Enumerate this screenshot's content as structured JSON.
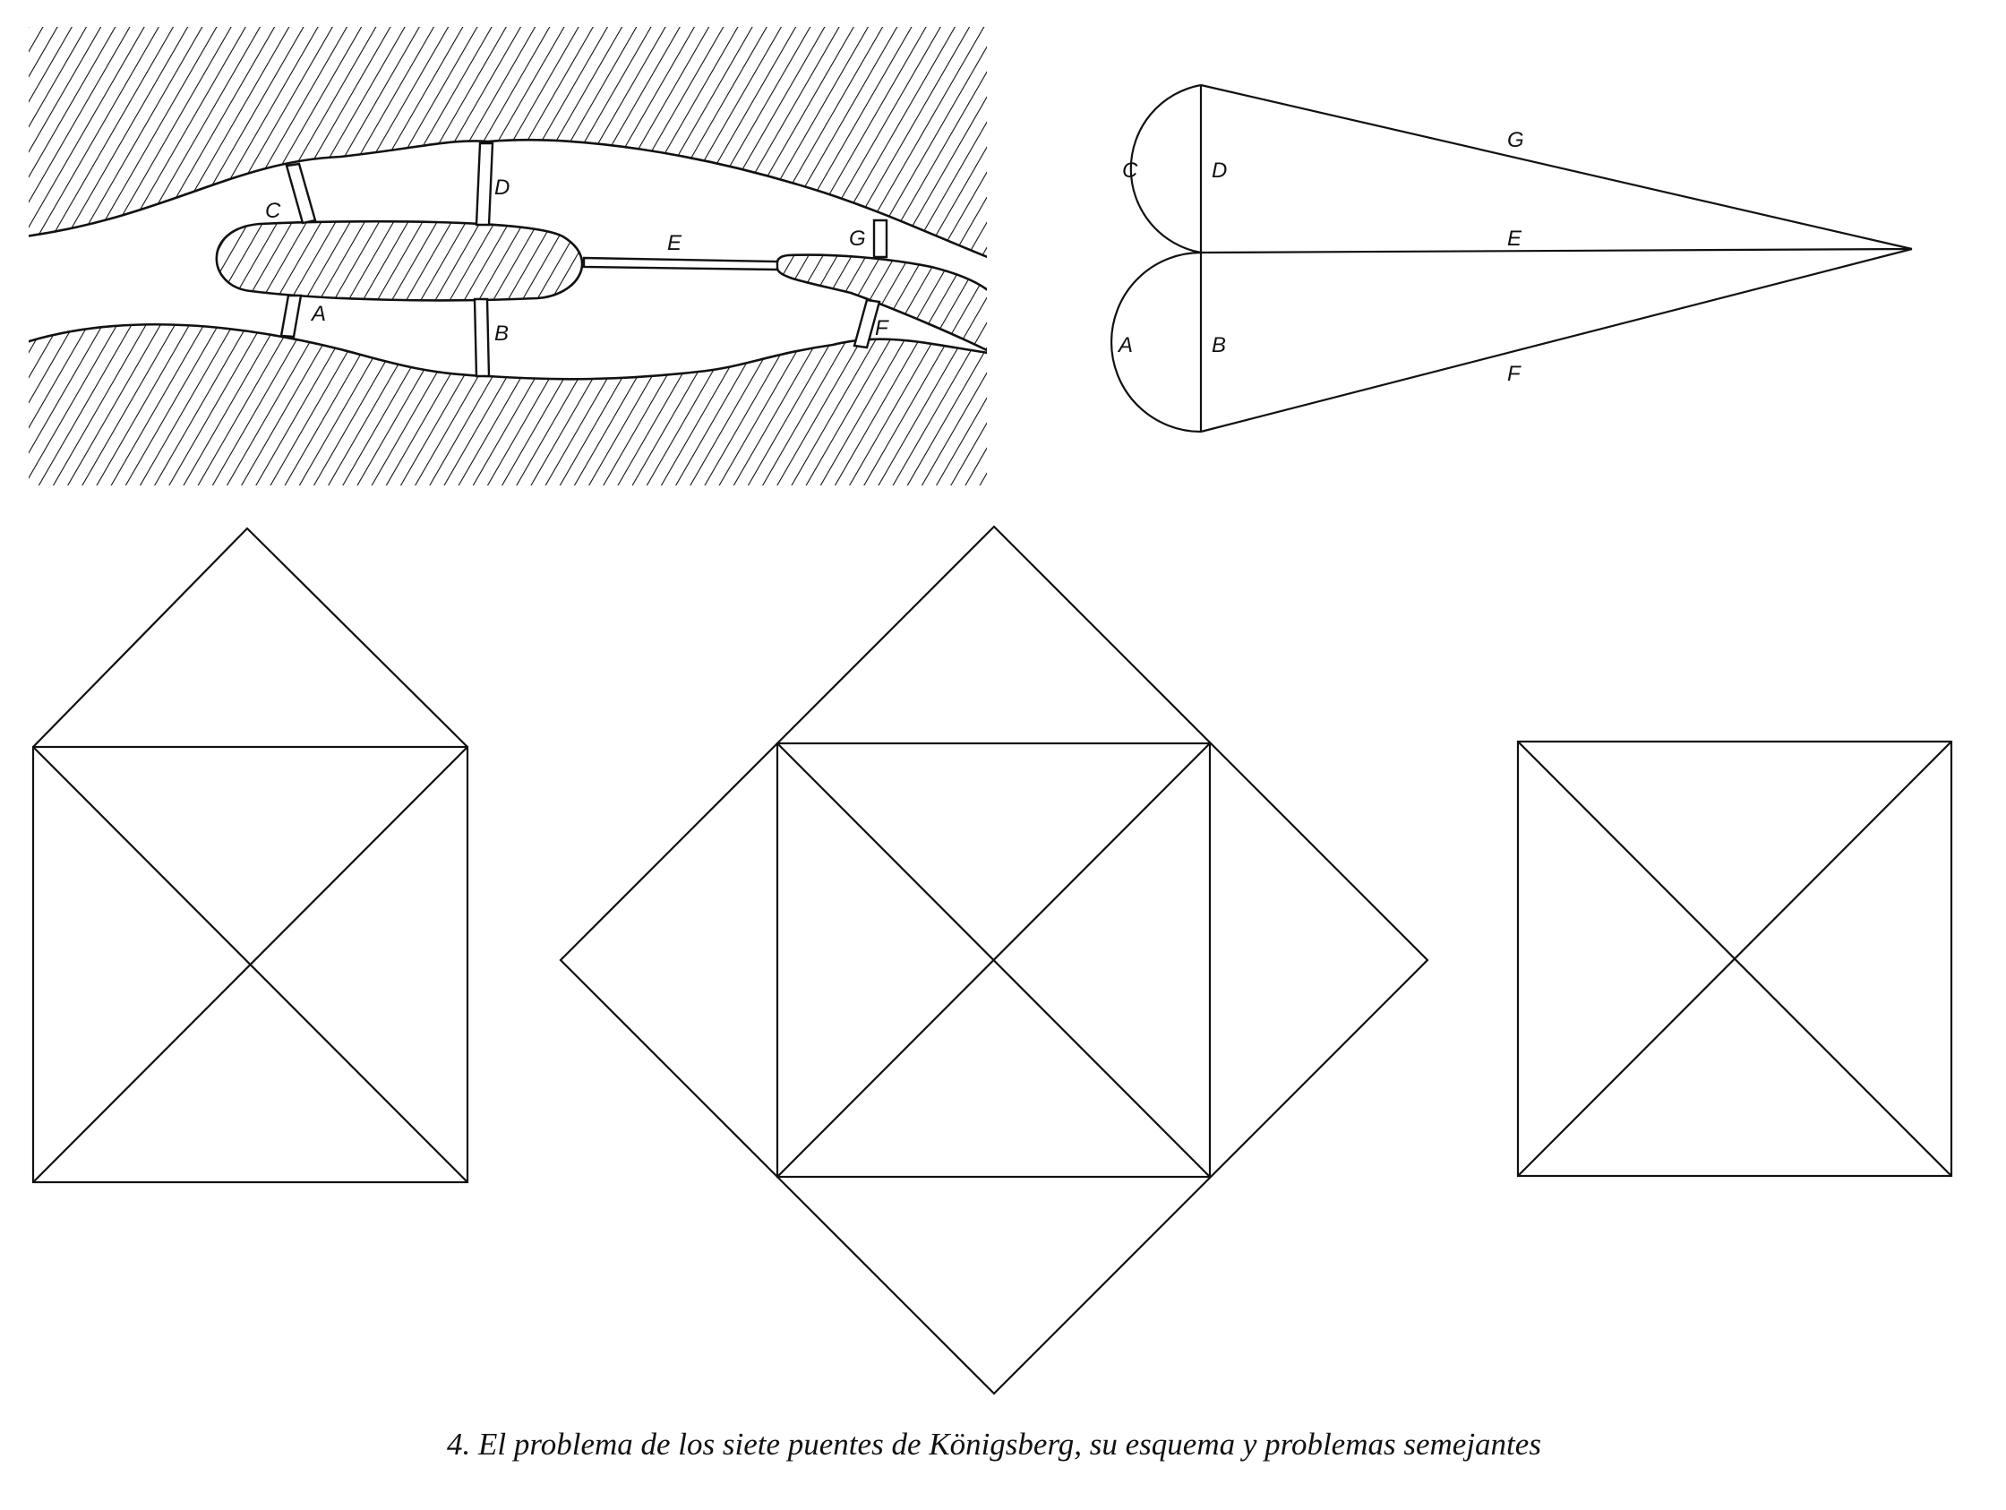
{
  "bridge_map": {
    "labels": {
      "A": "A",
      "B": "B",
      "C": "C",
      "D": "D",
      "E": "E",
      "F": "F",
      "G": "G"
    }
  },
  "graph": {
    "labels": {
      "A": "A",
      "B": "B",
      "C": "C",
      "D": "D",
      "E": "E",
      "F": "F",
      "G": "G"
    }
  },
  "figures": [
    {
      "name": "house-figure"
    },
    {
      "name": "nested-square-figure"
    },
    {
      "name": "crossed-square-figure"
    }
  ],
  "caption": "4.  El problema de los siete puentes de Königsberg, su esquema y problemas semejantes",
  "colors": {
    "ink": "#111111",
    "paper": "#ffffff"
  }
}
